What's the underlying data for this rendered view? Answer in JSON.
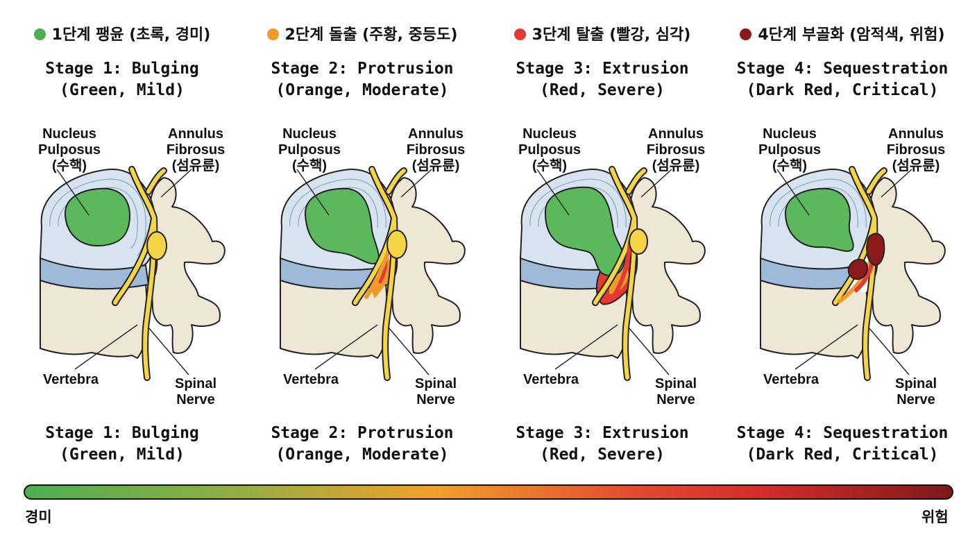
{
  "stages": [
    {
      "header": "1단계 팽윤 (초록, 경미)",
      "title_line1": "Stage 1: Bulging",
      "title_line2": "(Green, Mild)",
      "bottom_line1": "Stage 1: Bulging",
      "bottom_line2": "(Green, Mild)",
      "color": "#4caf50",
      "labels": {
        "nucleus": [
          "Nucleus",
          "Pulposus",
          "(수핵)"
        ],
        "annulus": [
          "Annulus",
          "Fibrosus",
          "(섬유륜)"
        ],
        "vertebra": "Vertebra",
        "nerve": [
          "Spinal",
          "Nerve"
        ]
      }
    },
    {
      "header": "2단계 돌출 (주황, 중등도)",
      "title_line1": "Stage 2: Protrusion",
      "title_line2": "(Orange, Moderate)",
      "bottom_line1": "Stage 2: Protrusion",
      "bottom_line2": "(Orange, Moderate)",
      "color": "#f19a2b",
      "labels": {
        "nucleus": [
          "Nucleus",
          "Pulposus",
          "(수핵)"
        ],
        "annulus": [
          "Annulus",
          "Fibrosus",
          "(섬유륜)"
        ],
        "vertebra": "Vertebra",
        "nerve": [
          "Spinal",
          "Nerve"
        ]
      }
    },
    {
      "header": "3단계 탈출 (빨강, 심각)",
      "title_line1": "Stage 3: Extrusion",
      "title_line2": "(Red, Severe)",
      "bottom_line1": "Stage 3: Extrusion",
      "bottom_line2": "(Red, Severe)",
      "color": "#e53935",
      "labels": {
        "nucleus": [
          "Nucleus",
          "Pulposus",
          "(수핵)"
        ],
        "annulus": [
          "Annulus",
          "Fibrosus",
          "(섬유륜)"
        ],
        "vertebra": "Vertebra",
        "nerve": [
          "Spinal",
          "Nerve"
        ]
      }
    },
    {
      "header": "4단계 부골화 (암적색, 위험)",
      "title_line1": "Stage 4: Sequestration",
      "title_line2": "(Dark Red, Critical)",
      "bottom_line1": "Stage 4: Sequestration",
      "bottom_line2": "(Dark Red, Critical)",
      "color": "#8b1a1a",
      "labels": {
        "nucleus": [
          "Nucleus",
          "Pulposus",
          "(수핵)"
        ],
        "annulus": [
          "Annulus",
          "Fibrosus",
          "(섬유륜)"
        ],
        "vertebra": "Vertebra",
        "nerve": [
          "Spinal",
          "Nerve"
        ]
      }
    }
  ],
  "scale": {
    "min_label": "경미",
    "max_label": "위험"
  },
  "colors": {
    "bone": "#efe7d6",
    "disc_end": "#9fbad8",
    "annulus": "#d7e4f0",
    "nucleus": "#5cb85c",
    "nerve": "#f5d546",
    "inflamed_orange": "#f19a2b",
    "inflamed_red": "#e53935",
    "sequestered": "#8b1a1a"
  }
}
